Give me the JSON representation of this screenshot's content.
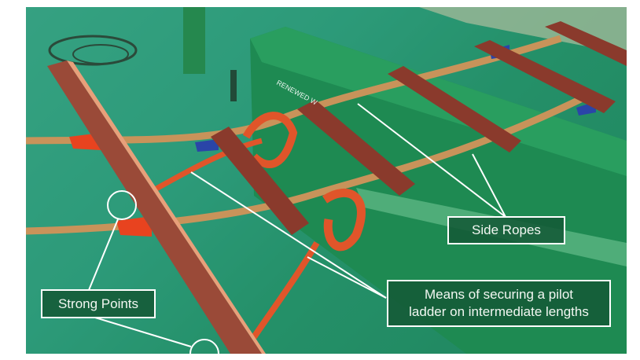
{
  "figure": {
    "description": "Photograph of a pilot ladder lying on a green ship deck with annotation callouts",
    "labels": {
      "side_ropes": "Side Ropes",
      "strong_points": "Strong Points",
      "securing_line1": "Means of securing a pilot",
      "securing_line2": "ladder on intermediate lengths"
    },
    "stencil_text": "RENEWED W...",
    "colors": {
      "deck_green": "#2c9a78",
      "coaming_green": "#1f8a4e",
      "step_wood": "#8a3a2c",
      "rope_manila": "#c8935a",
      "securing_rope": "#e0552a",
      "chock_red": "#e8431f",
      "chock_blue": "#2a45a8",
      "annotation": "#ffffff"
    }
  }
}
